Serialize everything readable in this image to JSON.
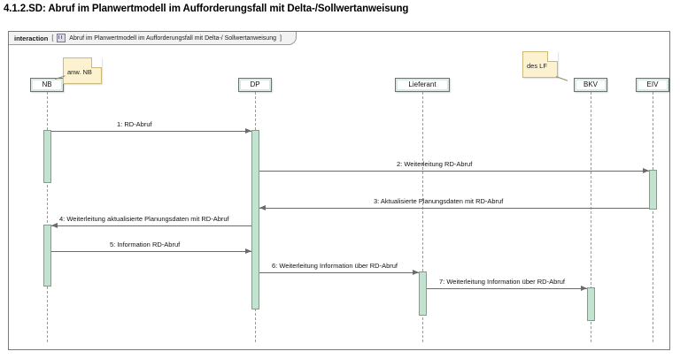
{
  "page_title": "4.1.2.SD: Abruf im Planwertmodell im Aufforderungsfall mit Delta-/Sollwertanweisung",
  "frame": {
    "keyword": "interaction",
    "bracket_open": "[",
    "bracket_close": "]",
    "icon": "interaction-icon",
    "name": "Abruf im Planwertmodell im Aufforderungsfall mit Delta-/ Sollwertanweisung"
  },
  "lifelines": [
    {
      "id": "nb",
      "label": "NB"
    },
    {
      "id": "dp",
      "label": "DP"
    },
    {
      "id": "lieferant",
      "label": "Lieferant"
    },
    {
      "id": "bkv",
      "label": "BKV"
    },
    {
      "id": "eiv",
      "label": "EIV"
    }
  ],
  "notes": [
    {
      "id": "note-nb",
      "text": "anw. NB",
      "attached_to": "NB"
    },
    {
      "id": "note-lf",
      "text": "des LF",
      "attached_to": "BKV"
    }
  ],
  "messages": [
    {
      "seq": "1",
      "text": "1: RD-Abruf",
      "from": "NB",
      "to": "DP",
      "direction": "right"
    },
    {
      "seq": "2",
      "text": "2: Weiterleitung RD-Abruf",
      "from": "DP",
      "to": "EIV",
      "direction": "right"
    },
    {
      "seq": "3",
      "text": "3: Aktualisierte Planungsdaten mit RD-Abruf",
      "from": "EIV",
      "to": "DP",
      "direction": "left"
    },
    {
      "seq": "4",
      "text": "4: Weiterleitung aktualisierte Planungsdaten mit RD-Abruf",
      "from": "DP",
      "to": "NB",
      "direction": "left"
    },
    {
      "seq": "5",
      "text": "5: Information RD-Abruf",
      "from": "NB",
      "to": "DP",
      "direction": "right"
    },
    {
      "seq": "6",
      "text": "6: Weiterleitung Information über RD-Abruf",
      "from": "DP",
      "to": "Lieferant",
      "direction": "right"
    },
    {
      "seq": "7",
      "text": "7: Weiterleitung Information über RD-Abruf",
      "from": "Lieferant",
      "to": "BKV",
      "direction": "right"
    }
  ],
  "colors": {
    "lifeline_fill": "#d9ece1",
    "activation_fill": "#c3e2d0",
    "note_fill": "#fcf2cf",
    "frame_border": "#7a7a7a",
    "line": "#6b6b6b"
  }
}
